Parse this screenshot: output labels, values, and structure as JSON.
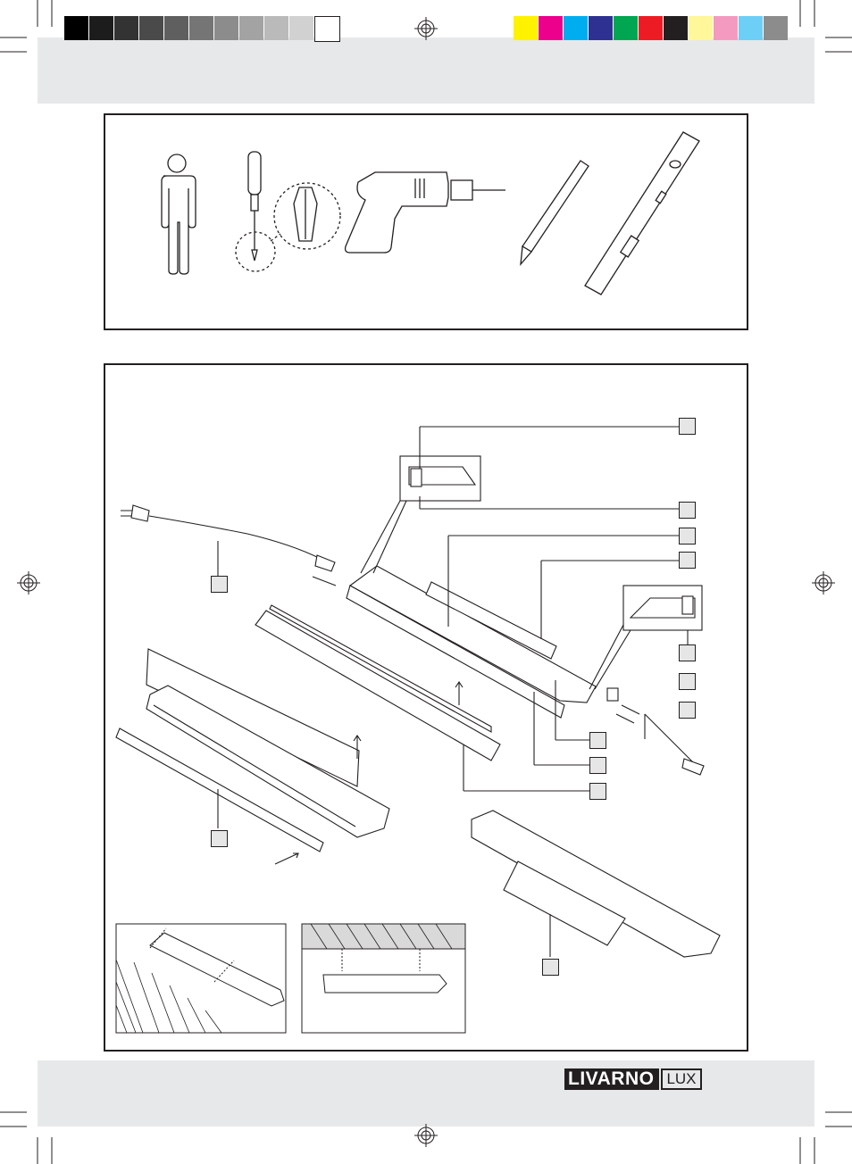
{
  "color_bar": {
    "gray_steps": [
      "#000000",
      "#1c1c1c",
      "#333333",
      "#4a4a4a",
      "#5f5f5f",
      "#757575",
      "#8c8c8c",
      "#a3a3a3",
      "#bababa",
      "#d1d1d1",
      "#ffffff"
    ],
    "process_colors": [
      "#fff200",
      "#ec008c",
      "#00aeef",
      "#2e3192",
      "#00a651",
      "#ed1c24",
      "#231f20",
      "#fff799",
      "#f49ac1",
      "#6dcff6",
      "#8c8c8c"
    ]
  },
  "tools": [
    "person-icon",
    "screwdriver-icon",
    "drill-icon",
    "pencil-icon",
    "spirit-level-icon"
  ],
  "callouts": [
    "callout",
    "callout",
    "callout",
    "callout",
    "callout",
    "callout",
    "callout",
    "callout",
    "callout",
    "callout",
    "callout",
    "callout"
  ],
  "brand": {
    "name": "LIVARNO",
    "suffix": "LUX"
  }
}
